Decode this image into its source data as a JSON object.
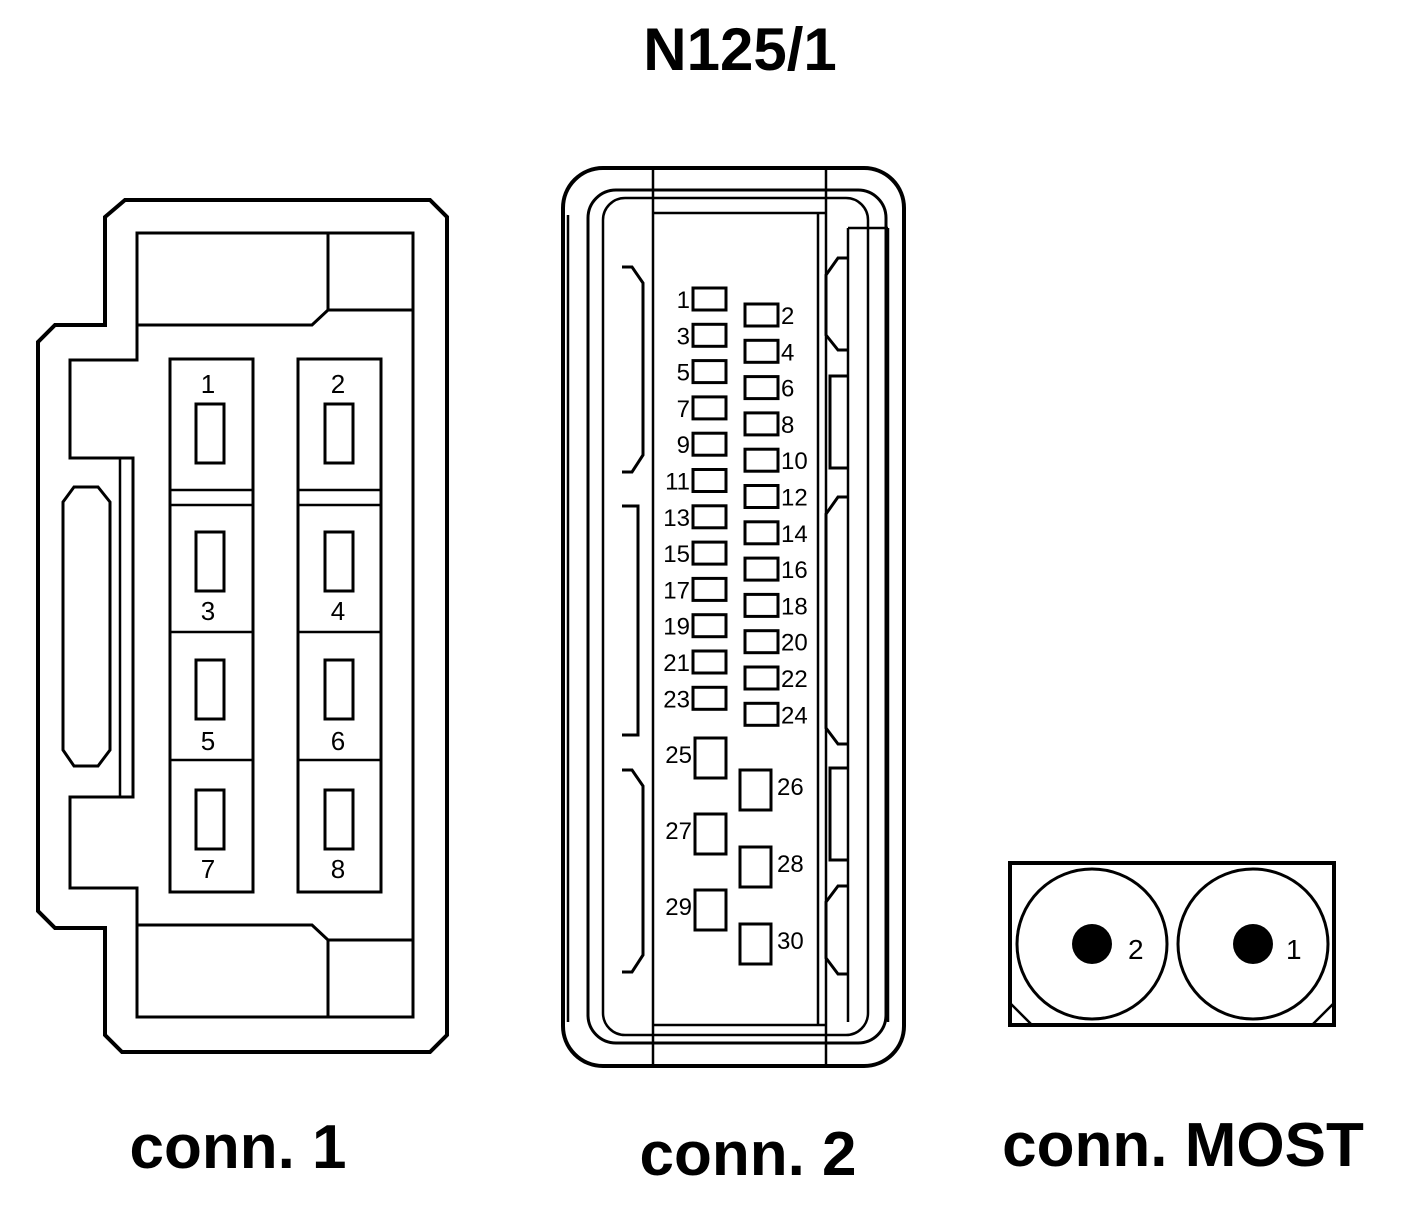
{
  "title": "N125/1",
  "connectors": {
    "conn1": {
      "caption": "conn. 1",
      "pins": [
        "1",
        "2",
        "3",
        "4",
        "5",
        "6",
        "7",
        "8"
      ]
    },
    "conn2": {
      "caption": "conn. 2",
      "pins": [
        "1",
        "2",
        "3",
        "4",
        "5",
        "6",
        "7",
        "8",
        "9",
        "10",
        "11",
        "12",
        "13",
        "14",
        "15",
        "16",
        "17",
        "18",
        "19",
        "20",
        "21",
        "22",
        "23",
        "24",
        "25",
        "26",
        "27",
        "28",
        "29",
        "30"
      ]
    },
    "most": {
      "caption": "conn. MOST",
      "pins": [
        "2",
        "1"
      ]
    }
  }
}
